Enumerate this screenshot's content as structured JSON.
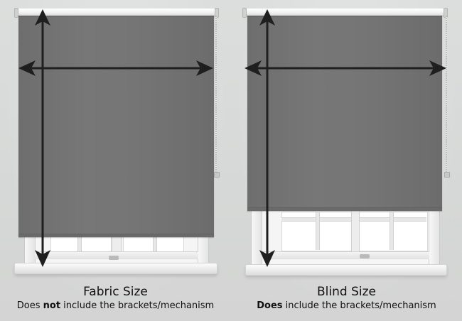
{
  "diagram": {
    "type": "measurement-comparison",
    "background_color": "#d9dbda",
    "fabric_color": "#737373",
    "arrow_color": "#1f1f1f",
    "panels": [
      {
        "id": "fabric-size",
        "title": "Fabric Size",
        "subtitle_prefix": "Does ",
        "subtitle_emphasis": "not",
        "subtitle_suffix": " include the brackets/mechanism",
        "arrows": [
          "vertical-drop",
          "horizontal-width"
        ],
        "blind_state": "lowered to sill"
      },
      {
        "id": "blind-size",
        "title": "Blind Size",
        "subtitle_prefix": "",
        "subtitle_emphasis": "Does",
        "subtitle_suffix": " include the brackets/mechanism",
        "arrows": [
          "vertical-drop",
          "horizontal-width"
        ],
        "blind_state": "partially raised, window visible"
      }
    ]
  }
}
